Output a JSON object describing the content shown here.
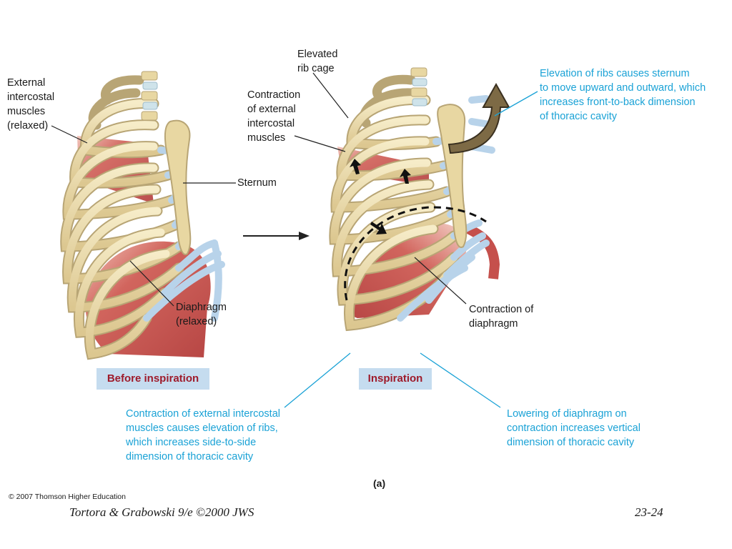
{
  "labels": {
    "external_intercostal": "External\nintercostal\nmuscles\n(relaxed)",
    "sternum": "Sternum",
    "diaphragm_relaxed": "Diaphragm\n(relaxed)",
    "elevated_rib_cage": "Elevated\nrib cage",
    "contraction_external": "Contraction\nof external\nintercostal\nmuscles",
    "contraction_diaphragm": "Contraction of\ndiaphragm"
  },
  "notes": {
    "sternum_elevation": "Elevation of ribs causes sternum\nto move upward and outward, which\nincreases front-to-back dimension\nof thoracic cavity",
    "intercostal_contraction": "Contraction of external intercostal\nmuscles causes elevation of ribs,\nwhich increases side-to-side\ndimension of thoracic cavity",
    "diaphragm_lowering": "Lowering of diaphragm on\ncontraction increases vertical\ndimension of thoracic cavity"
  },
  "tags": {
    "before": "Before inspiration",
    "inspiration": "Inspiration"
  },
  "panel_label": "(a)",
  "copyright": "© 2007 Thomson Higher Education",
  "footer": {
    "citation": "Tortora & Grabowski 9/e ©2000 JWS",
    "slide_number": "23-24"
  },
  "colors": {
    "rib": "#ecdca8",
    "rib_stroke": "#b8a575",
    "cartilage": "#b8d3ea",
    "muscle": "#c5504c",
    "callout_blue": "#1aa2d6",
    "tag_bg": "#c5dcef",
    "tag_text": "#9e1b2b"
  }
}
